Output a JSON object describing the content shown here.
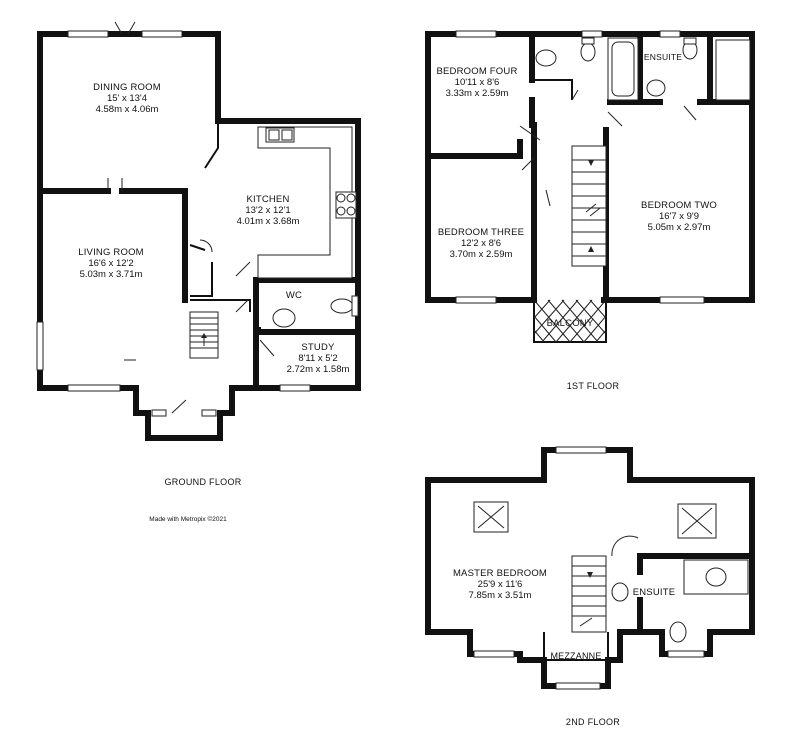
{
  "floors": {
    "ground": "GROUND FLOOR",
    "first": "1ST FLOOR",
    "second": "2ND FLOOR"
  },
  "credit": "Made with Metropix ©2021",
  "rooms": {
    "dining": {
      "name": "DINING ROOM",
      "imperial": "15' x 13'4",
      "metric": "4.58m x 4.06m"
    },
    "kitchen": {
      "name": "KITCHEN",
      "imperial": "13'2 x 12'1",
      "metric": "4.01m x 3.68m"
    },
    "living": {
      "name": "LIVING ROOM",
      "imperial": "16'6 x 12'2",
      "metric": "5.03m x 3.71m"
    },
    "wc": {
      "name": "WC"
    },
    "study": {
      "name": "STUDY",
      "imperial": "8'11 x 5'2",
      "metric": "2.72m x 1.58m"
    },
    "bed4": {
      "name": "BEDROOM FOUR",
      "imperial": "10'11 x 8'6",
      "metric": "3.33m x 2.59m"
    },
    "bed3": {
      "name": "BEDROOM THREE",
      "imperial": "12'2 x 8'6",
      "metric": "3.70m x 2.59m"
    },
    "bed2": {
      "name": "BEDROOM TWO",
      "imperial": "16'7 x 9'9",
      "metric": "5.05m x 2.97m"
    },
    "ensuite1": {
      "name": "ENSUITE"
    },
    "balcony": {
      "name": "BALCONY"
    },
    "master": {
      "name": "MASTER BEDROOM",
      "imperial": "25'9 x 11'6",
      "metric": "7.85m x 3.51m"
    },
    "ensuite2": {
      "name": "ENSUITE"
    },
    "mezzanine": {
      "name": "MEZZANNE"
    }
  }
}
